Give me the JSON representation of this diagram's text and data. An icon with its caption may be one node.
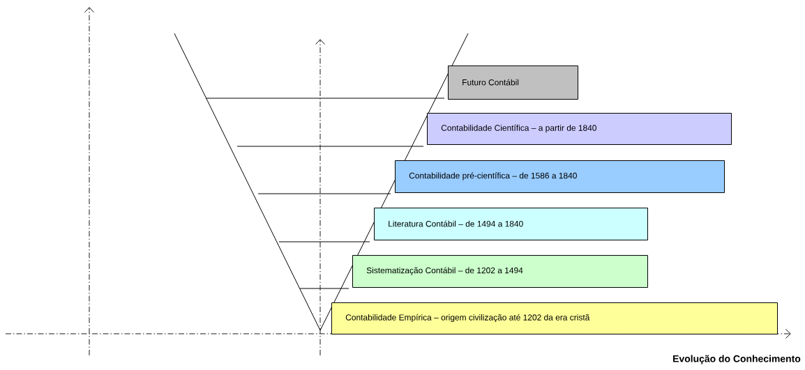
{
  "diagram": {
    "nodes": [
      {
        "text": [
          "Futuro Contábil"
        ]
      },
      {
        "text": [
          "Contabilidade Científica – a partir de 1840"
        ]
      },
      {
        "text": [
          "Contabilidade pré-científica – de 1586 a 1840"
        ]
      },
      {
        "text": [
          "Literatura Contábil – de 1494 a 1840"
        ]
      },
      {
        "text": [
          "Sistematização Contábil – de 1202 a 1494"
        ]
      },
      {
        "text": [
          "Contabilidade Empírica – origem civilização até 1202 da era cristã"
        ]
      }
    ],
    "labels": [
      "Evolução do Conhecimento"
    ]
  }
}
